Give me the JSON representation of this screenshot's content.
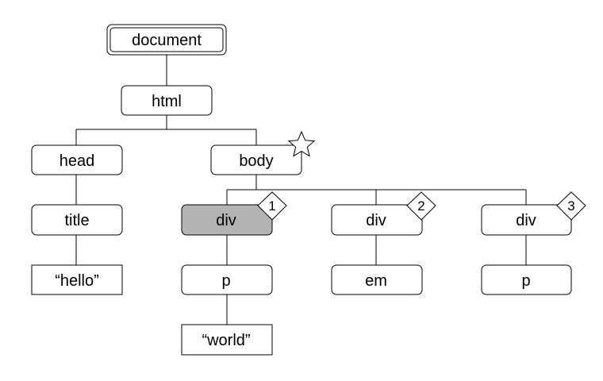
{
  "colors": {
    "stroke": "#000000",
    "node_fill": "#ffffff",
    "selected_fill": "#b3b3b3",
    "text": "#000000"
  },
  "nodes": {
    "document": {
      "label": "document",
      "shape": "double-rounded-box"
    },
    "html": {
      "label": "html",
      "shape": "rounded-box"
    },
    "head": {
      "label": "head",
      "shape": "rounded-box"
    },
    "body": {
      "label": "body",
      "shape": "rounded-box",
      "marker": "star-icon"
    },
    "title": {
      "label": "title",
      "shape": "rounded-box"
    },
    "hello": {
      "label": "“hello”",
      "shape": "square-box"
    },
    "div1": {
      "label": "div",
      "shape": "rounded-box",
      "selected": true,
      "badge": "1"
    },
    "div2": {
      "label": "div",
      "shape": "rounded-box",
      "badge": "2"
    },
    "div3": {
      "label": "div",
      "shape": "rounded-box",
      "badge": "3"
    },
    "p1": {
      "label": "p",
      "shape": "rounded-box"
    },
    "em": {
      "label": "em",
      "shape": "rounded-box"
    },
    "p2": {
      "label": "p",
      "shape": "rounded-box"
    },
    "world": {
      "label": "“world”",
      "shape": "square-box"
    }
  },
  "edges": [
    [
      "document",
      "html"
    ],
    [
      "html",
      "head"
    ],
    [
      "html",
      "body"
    ],
    [
      "head",
      "title"
    ],
    [
      "title",
      "hello"
    ],
    [
      "body",
      "div1"
    ],
    [
      "body",
      "div2"
    ],
    [
      "body",
      "div3"
    ],
    [
      "div1",
      "p1"
    ],
    [
      "p1",
      "world"
    ],
    [
      "div2",
      "em"
    ],
    [
      "div3",
      "p2"
    ]
  ]
}
